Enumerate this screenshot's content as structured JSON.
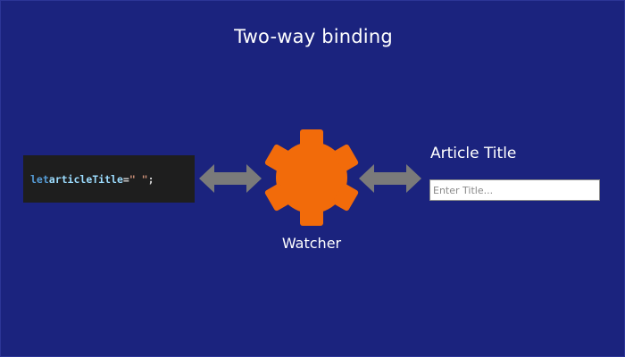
{
  "diagram": {
    "title": "Two-way binding",
    "code": {
      "keyword": "let",
      "variable": "articleTitle",
      "operator": "=",
      "value": "\" \"",
      "terminator": ";"
    },
    "watcher": {
      "label": "Watcher",
      "icon": "gear-icon",
      "color": "#f26b0a"
    },
    "field": {
      "label": "Article Title",
      "placeholder": "Enter Title...",
      "value": ""
    },
    "arrows": {
      "icon": "double-arrow-icon",
      "color": "#7a7a7a"
    },
    "colors": {
      "background": "#1b237e",
      "code_background": "#1e1e1e",
      "keyword": "#569cd6",
      "variable": "#9cdcfe",
      "string": "#ce9178"
    }
  }
}
